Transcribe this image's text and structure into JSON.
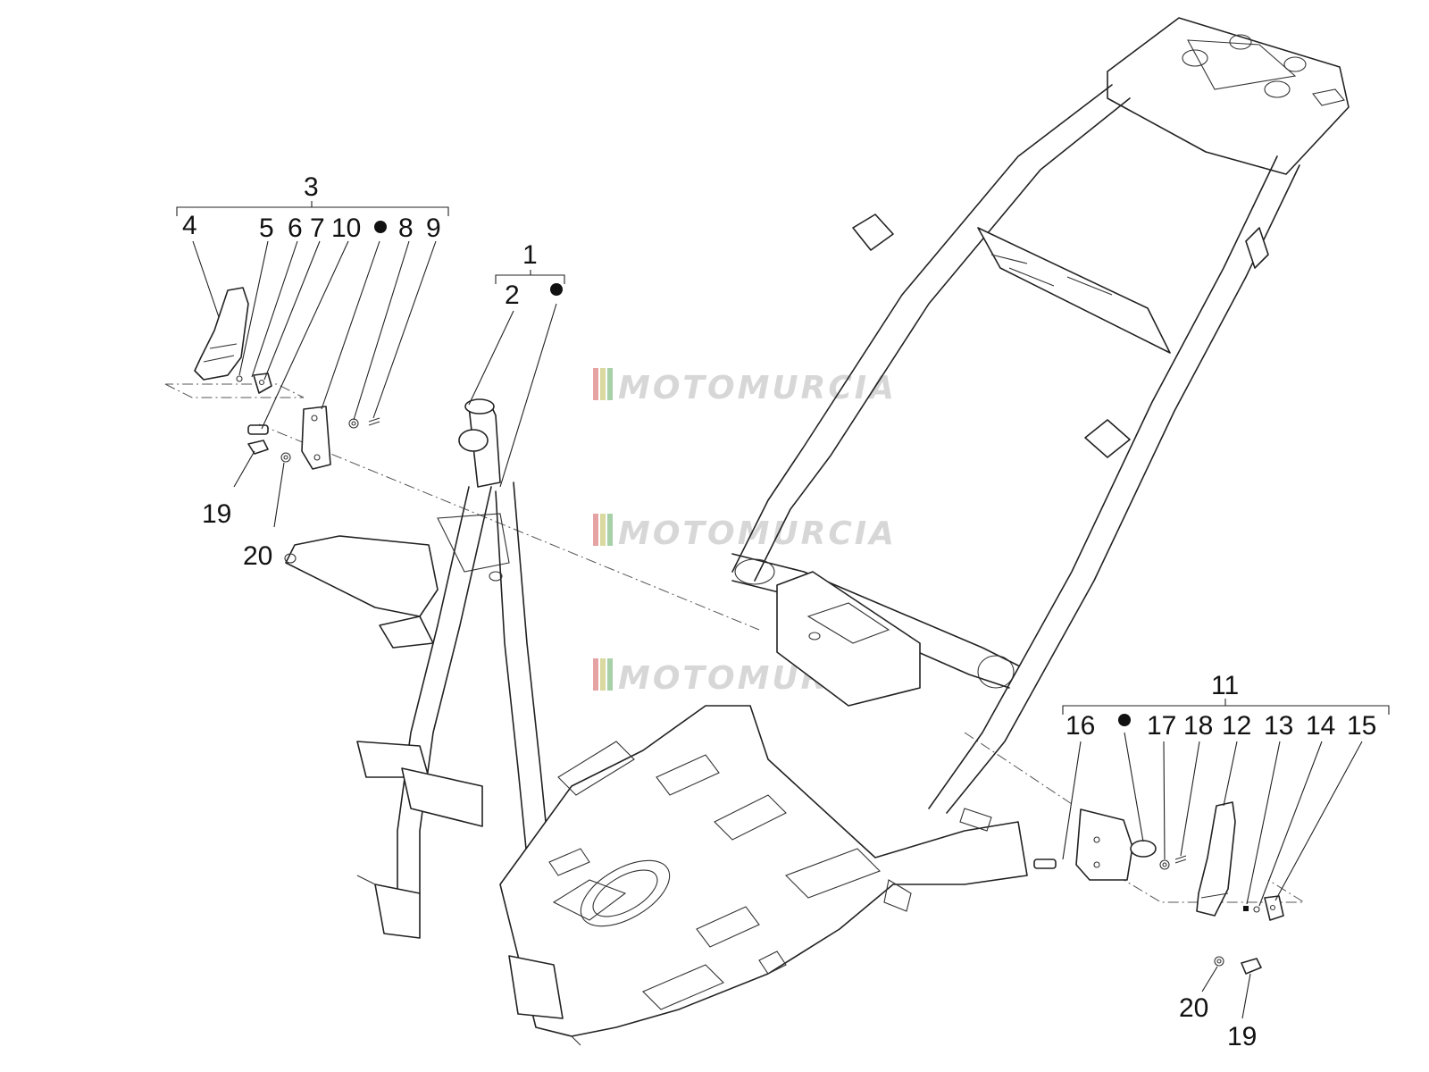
{
  "watermark": {
    "text": "MOTOMURCIA",
    "colors": [
      "#e6a3a3",
      "#d9d9a0",
      "#a8d0a8",
      "#bdbdbd"
    ]
  },
  "callouts": {
    "c1": "1",
    "c2": "2",
    "c3": "3",
    "c4": "4",
    "c5": "5",
    "c6": "6",
    "c7": "7",
    "c8": "8",
    "c9": "9",
    "c10": "10",
    "c11": "11",
    "c12": "12",
    "c13": "13",
    "c14": "14",
    "c15": "15",
    "c16": "16",
    "c17": "17",
    "c18": "18",
    "c19a": "19",
    "c20a": "20",
    "c19b": "19",
    "c20b": "20"
  }
}
